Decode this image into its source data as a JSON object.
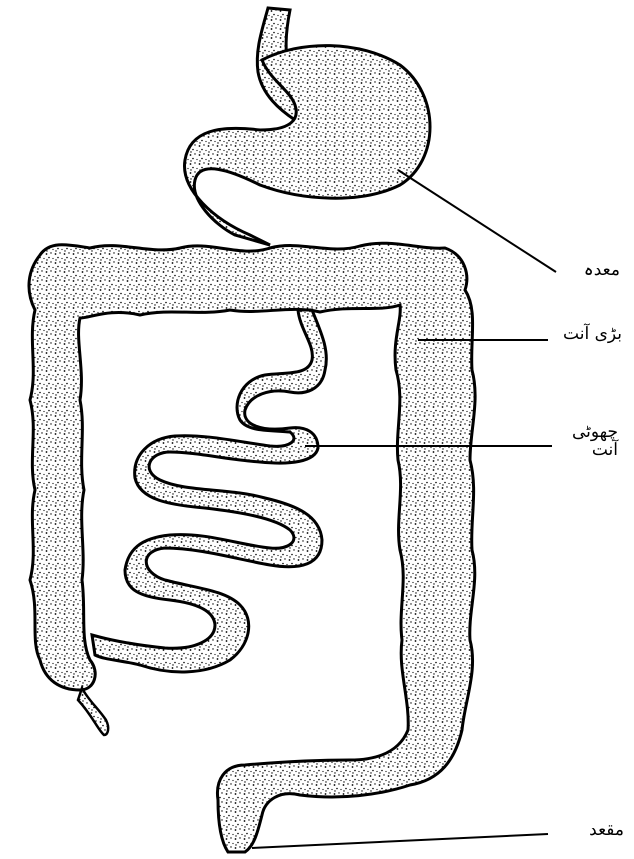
{
  "labels": {
    "stomach": "معدہ",
    "large_intestine": "بڑی آنت",
    "small_intestine": "چھوٹی\nآنت",
    "rectum": "مقعد"
  },
  "colors": {
    "ink": "#000000",
    "paper": "#ffffff"
  }
}
